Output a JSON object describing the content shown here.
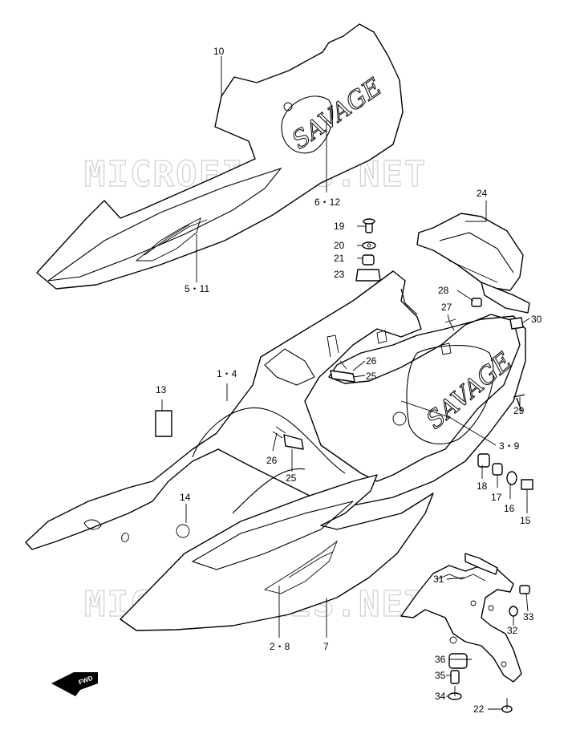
{
  "watermark": "MICROFICHES.NET",
  "logo_text": "SAVAGE",
  "fwd_label": "FWD",
  "callouts": [
    {
      "id": "c10",
      "text": "10"
    },
    {
      "id": "c6-12",
      "text": "6・12"
    },
    {
      "id": "c5-11",
      "text": "5・11"
    },
    {
      "id": "c24",
      "text": "24"
    },
    {
      "id": "c19",
      "text": "19"
    },
    {
      "id": "c20",
      "text": "20"
    },
    {
      "id": "c21",
      "text": "21"
    },
    {
      "id": "c23",
      "text": "23"
    },
    {
      "id": "c28",
      "text": "28"
    },
    {
      "id": "c27",
      "text": "27"
    },
    {
      "id": "c30",
      "text": "30"
    },
    {
      "id": "c26a",
      "text": "26"
    },
    {
      "id": "c25a",
      "text": "25"
    },
    {
      "id": "c1-4",
      "text": "1・4"
    },
    {
      "id": "c13",
      "text": "13"
    },
    {
      "id": "c29",
      "text": "29"
    },
    {
      "id": "c3-9",
      "text": "3・9"
    },
    {
      "id": "c26b",
      "text": "26"
    },
    {
      "id": "c25b",
      "text": "25"
    },
    {
      "id": "c18",
      "text": "18"
    },
    {
      "id": "c17",
      "text": "17"
    },
    {
      "id": "c16",
      "text": "16"
    },
    {
      "id": "c15",
      "text": "15"
    },
    {
      "id": "c14",
      "text": "14"
    },
    {
      "id": "c31",
      "text": "31"
    },
    {
      "id": "c33",
      "text": "33"
    },
    {
      "id": "c32",
      "text": "32"
    },
    {
      "id": "c2-8",
      "text": "2・8"
    },
    {
      "id": "c7",
      "text": "7"
    },
    {
      "id": "c36",
      "text": "36"
    },
    {
      "id": "c35",
      "text": "35"
    },
    {
      "id": "c34",
      "text": "34"
    },
    {
      "id": "c22",
      "text": "22"
    }
  ]
}
